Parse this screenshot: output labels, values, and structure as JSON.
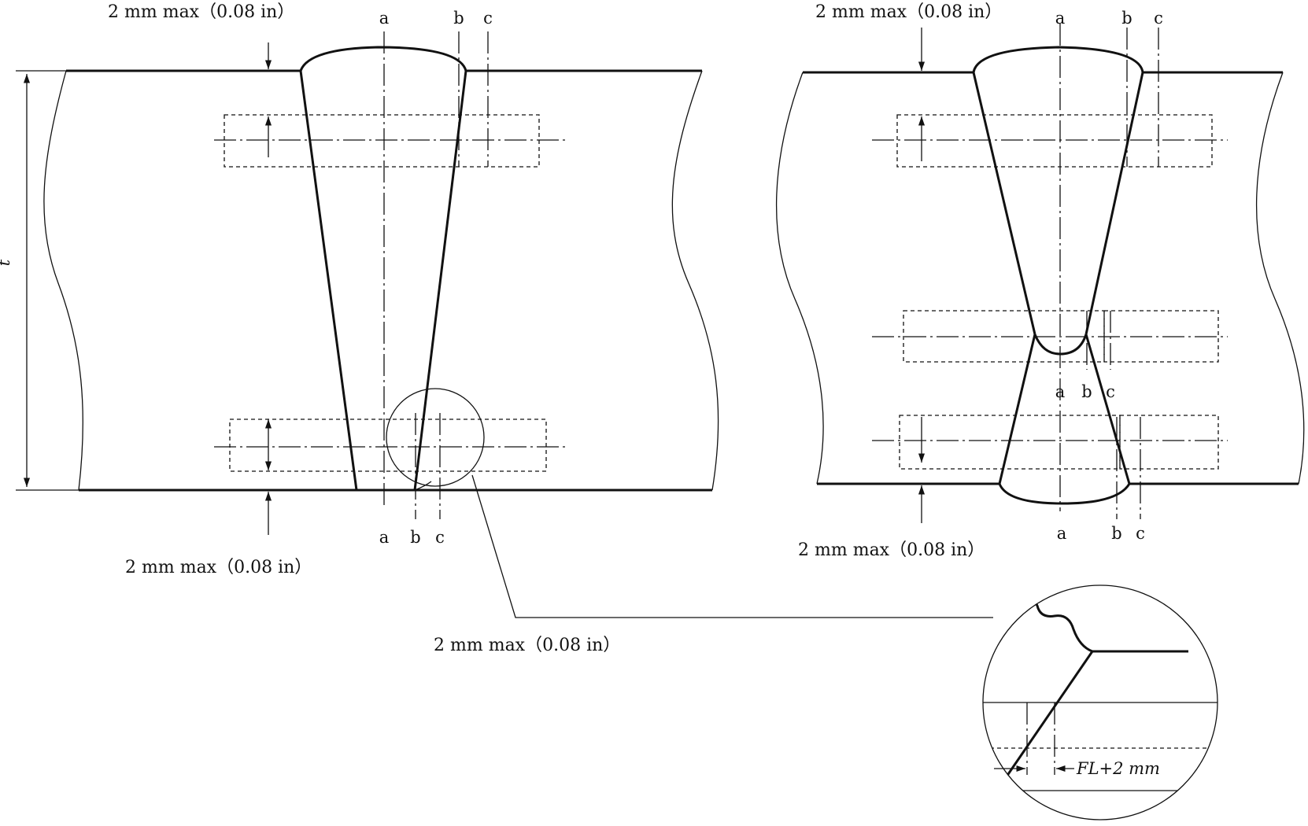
{
  "labels": {
    "a": "a",
    "b": "b",
    "c": "c",
    "thickness": "t",
    "max_gap": "2 mm max（0.08  in）",
    "detail_dim": "FL+2 mm"
  },
  "colors": {
    "ink": "#111111",
    "background": "#ffffff"
  }
}
